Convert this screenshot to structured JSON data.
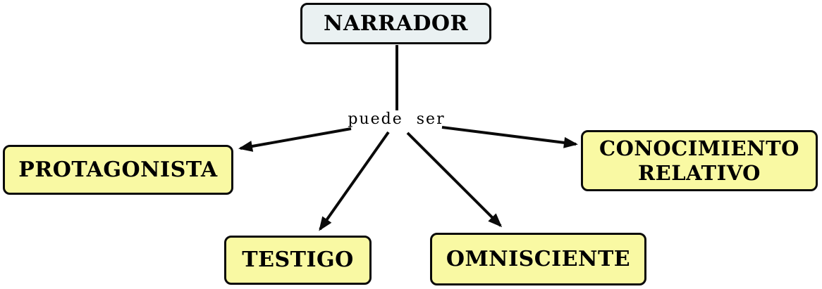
{
  "diagram": {
    "root": {
      "label": "NARRADOR"
    },
    "link_label": "puede ser",
    "children": [
      {
        "label": "PROTAGONISTA"
      },
      {
        "label": "TESTIGO"
      },
      {
        "label": "OMNISCIENTE"
      },
      {
        "label": "CONOCIMIENTO RELATIVO"
      }
    ],
    "colors": {
      "root_fill": "#EAF1F2",
      "child_fill": "#F9F9A3",
      "border": "#0A0A0A",
      "text": "#000000",
      "background": "#FFFFFF"
    }
  }
}
